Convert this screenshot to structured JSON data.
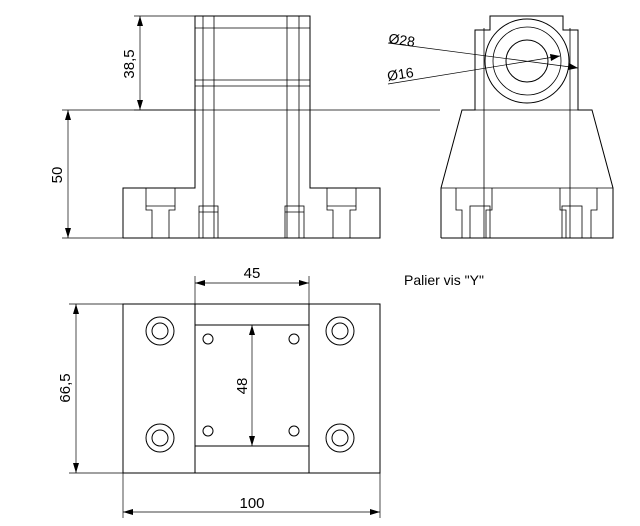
{
  "caption": "Palier vis \"Y\"",
  "dimensions": {
    "height_upper": "38,5",
    "height_base": "50",
    "diameter_outer": "Ø28",
    "diameter_inner": "Ø16",
    "width_inner": "45",
    "height_inner": "48",
    "depth_total": "66,5",
    "width_total": "100"
  },
  "colors": {
    "line": "#000000",
    "background": "#ffffff"
  }
}
